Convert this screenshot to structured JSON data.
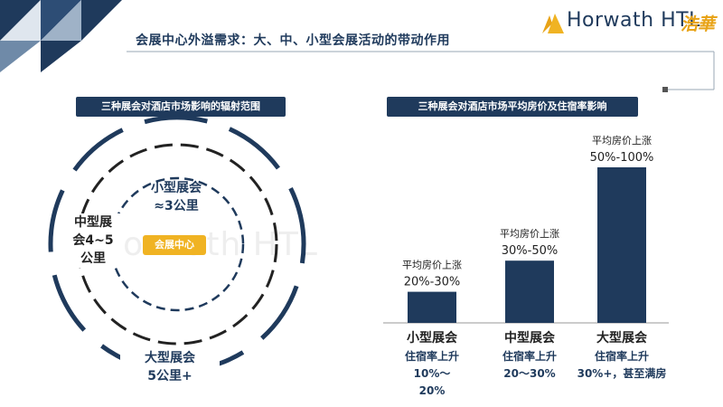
{
  "header": {
    "title": "会展中心外溢需求：大、中、小型会展活动的带动作用",
    "logo_text": "Horwath HTL",
    "logo_cn": "浩華",
    "watermark": "Horwath HTL"
  },
  "left_panel": {
    "title": "三种展会对酒店市场影响的辐射范围",
    "center_label": "会展中心",
    "small_label_1": "小型展会",
    "small_label_2": "≈3公里",
    "mid_label_1": "中型展",
    "mid_label_2": "会4~5",
    "mid_label_3": "公里",
    "large_label_1": "大型展会",
    "large_label_2": "5公里+"
  },
  "right_panel": {
    "title": "三种展会对酒店市场平均房价及住宿率影响"
  },
  "colors": {
    "navy": "#1f3a5c",
    "gold": "#f0b323",
    "accent": "#e8a317"
  },
  "chart_data": {
    "type": "bar",
    "categories": [
      "小型展会",
      "中型展会",
      "大型展会"
    ],
    "values": [
      20,
      40,
      100
    ],
    "bar_labels": [
      [
        "平均房价上涨",
        "20%-30%"
      ],
      [
        "平均房价上涨",
        "30%-50%"
      ],
      [
        "平均房价上涨",
        "50%-100%"
      ]
    ],
    "occupancy_labels": [
      [
        "住宿率上升",
        "10%～",
        "20%"
      ],
      [
        "住宿率上升",
        "20～30%"
      ],
      [
        "住宿率上升",
        "30%+，甚至满房"
      ]
    ],
    "title": "三种展会对酒店市场平均房价及住宿率影响",
    "xlabel": "",
    "ylabel": "",
    "grid": false
  }
}
